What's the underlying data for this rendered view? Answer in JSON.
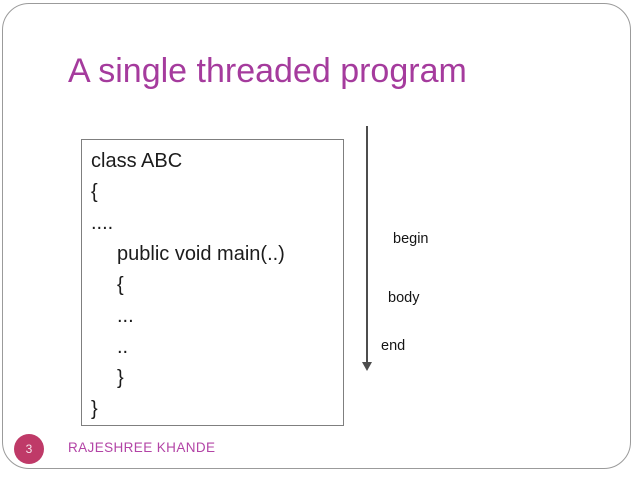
{
  "slide": {
    "title": "A single threaded program",
    "footer": "RAJESHREE KHANDE",
    "page_number": "3"
  },
  "code_box": {
    "lines": [
      {
        "text": "class ABC"
      },
      {
        "text": "{"
      },
      {
        "text": "...."
      },
      {
        "text": "public void main(..)"
      },
      {
        "text": "{"
      },
      {
        "text": "..."
      },
      {
        "text": ".."
      },
      {
        "text": "}"
      },
      {
        "text": "}"
      }
    ]
  },
  "timeline": {
    "begin_label": "begin",
    "body_label": "body",
    "end_label": "end"
  },
  "colors": {
    "title-color": "#a53b9d",
    "footer-color": "#b344a6",
    "page-circle-color": "#bf3a68",
    "arrow-color": "#4d4d4d",
    "code-border-color": "#7f7f7f",
    "frame-border-color": "#9b9b9b"
  }
}
